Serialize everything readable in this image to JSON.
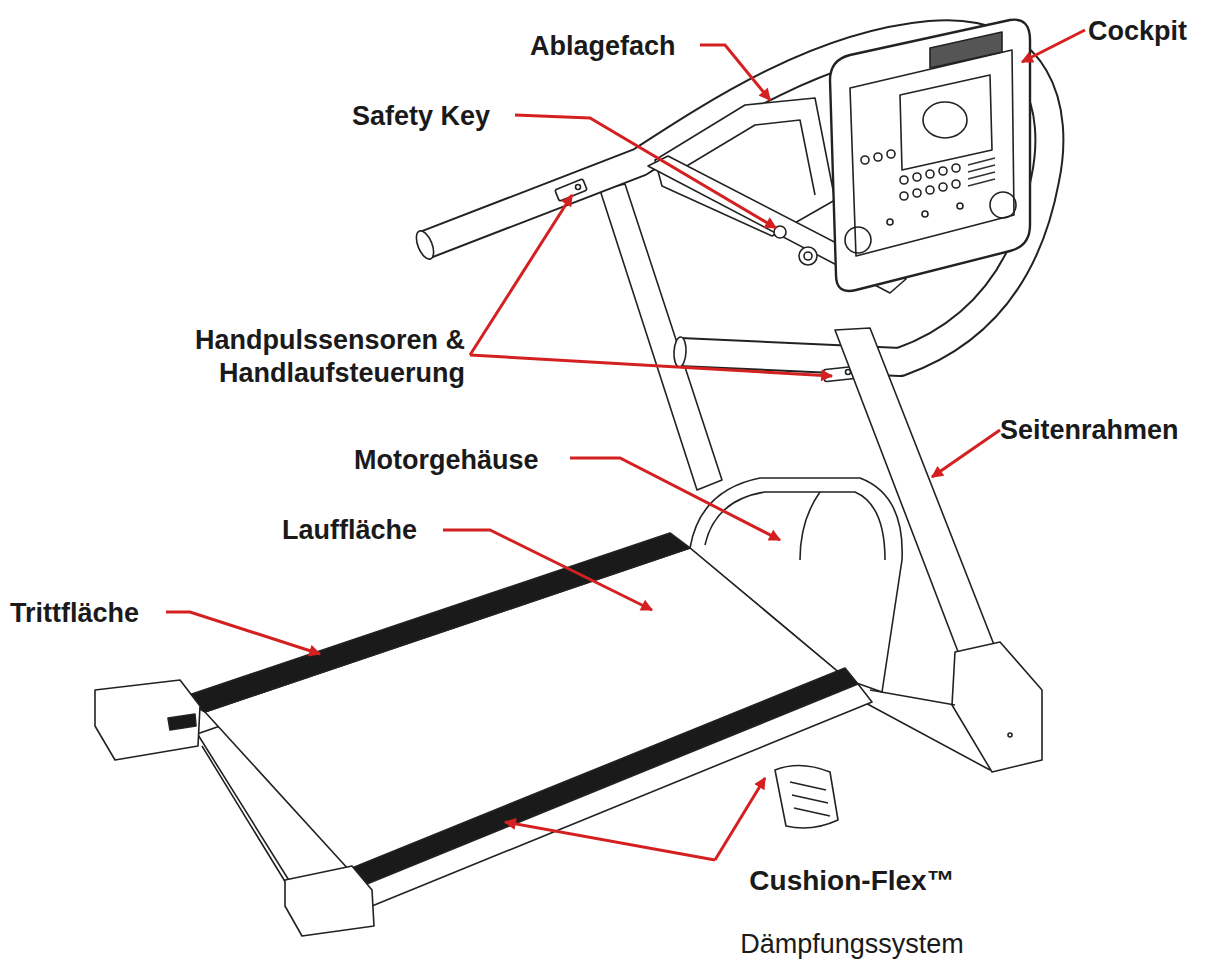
{
  "diagram": {
    "labels": [
      "Ablagefach",
      "Cockpit",
      "Safety Key",
      "Handpulssensoren & Handlaufsteuerung",
      "Motorgehäuse",
      "Lauffläche",
      "Trittfläche",
      "Seitenrahmen",
      "Cushion-Flex™",
      "Dämpfungssystem"
    ]
  }
}
